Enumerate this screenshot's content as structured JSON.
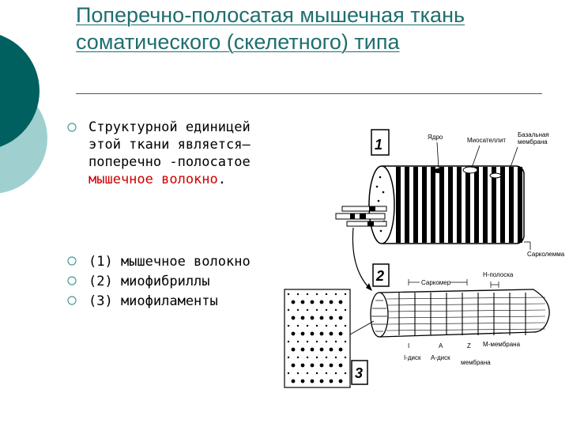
{
  "title": "Поперечно-полосатая мышечная ткань соматического (скелетного) типа",
  "bullet1": {
    "text_a": "Структурной единицей этой ткани является– поперечно -полосатое ",
    "text_red": "мышечное волокно",
    "text_b": "."
  },
  "list": [
    "(1) мышечное волокно",
    "(2) миофибриллы",
    "(3) миофиламенты"
  ],
  "figure": {
    "num1": "1",
    "num2": "2",
    "num3": "3",
    "label_nucleus": "Ядро",
    "label_myosatellite": "Миосателлит",
    "label_basal_1": "Базальная",
    "label_basal_2": "мембрана",
    "label_sarcolemma": "Сарколемма",
    "label_sarcomere": "Саркомер",
    "label_hband": "Н-полоска",
    "label_I": "I",
    "label_A": "A",
    "label_Z": "Z",
    "label_idisk": "I-диск",
    "label_adisk": "A-диск",
    "label_mmembrane": "М-мембрана",
    "label_membrane": "мембрана"
  },
  "colors": {
    "title": "#1f6e6e",
    "accent_dark": "#006060",
    "accent_light": "#9fd0cf",
    "highlight": "#cc0000"
  }
}
